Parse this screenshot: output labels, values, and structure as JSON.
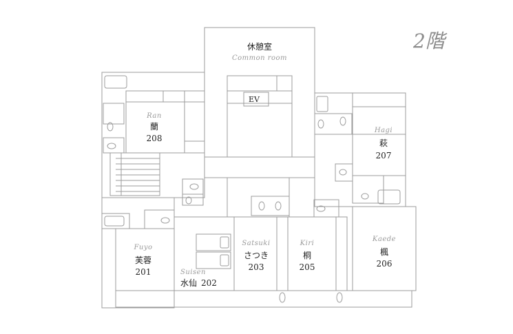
{
  "floor_label": "2階",
  "common_room": {
    "jp": "休憩室",
    "en": "Common room"
  },
  "elevator": "EV",
  "rooms": [
    {
      "id": "ran",
      "en": "Ran",
      "jp": "蘭",
      "number": "208"
    },
    {
      "id": "hagi",
      "en": "Hagi",
      "jp": "萩",
      "number": "207"
    },
    {
      "id": "fuyo",
      "en": "Fuyo",
      "jp": "芙蓉",
      "number": "201"
    },
    {
      "id": "suisen",
      "en": "Suisen",
      "jp": "水仙",
      "number": "202"
    },
    {
      "id": "satsuki",
      "en": "Satsuki",
      "jp": "さつき",
      "number": "203"
    },
    {
      "id": "kiri",
      "en": "Kiri",
      "jp": "桐",
      "number": "205"
    },
    {
      "id": "kaede",
      "en": "Kaede",
      "jp": "楓",
      "number": "206"
    }
  ]
}
